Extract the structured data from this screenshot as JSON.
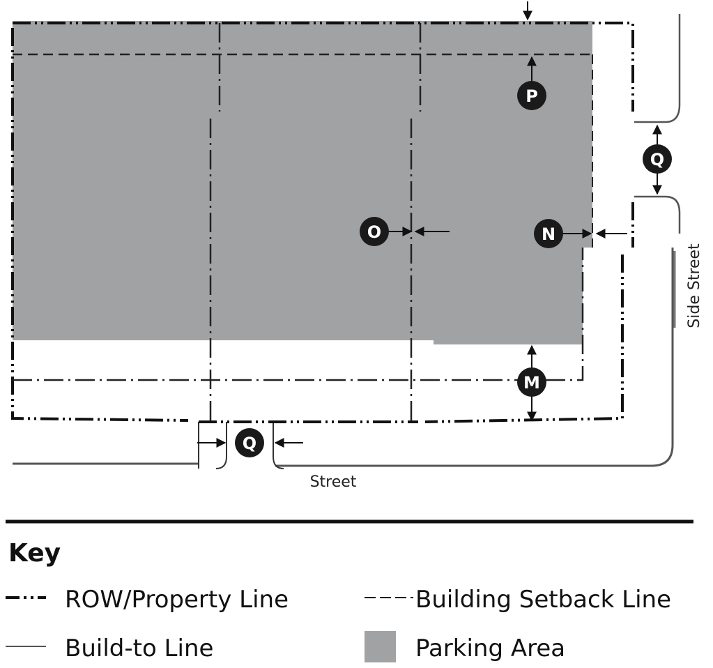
{
  "diagram": {
    "street_label": "Street",
    "side_street_label": "Side Street",
    "markers": {
      "P": "P",
      "Q_side": "Q",
      "O": "O",
      "N": "N",
      "M": "M",
      "Q_street": "Q"
    },
    "colors": {
      "parking": "#a0a2a4",
      "line": "#111111",
      "marker": "#1a1a1a"
    }
  },
  "key": {
    "title": "Key",
    "items": [
      {
        "label": "ROW/Property Line",
        "symbol": "dash-dot-dot"
      },
      {
        "label": "Building Setback Line",
        "symbol": "dashed"
      },
      {
        "label": "Build-to Line",
        "symbol": "thin-line"
      },
      {
        "label": "Parking Area",
        "symbol": "gray-square"
      }
    ]
  }
}
